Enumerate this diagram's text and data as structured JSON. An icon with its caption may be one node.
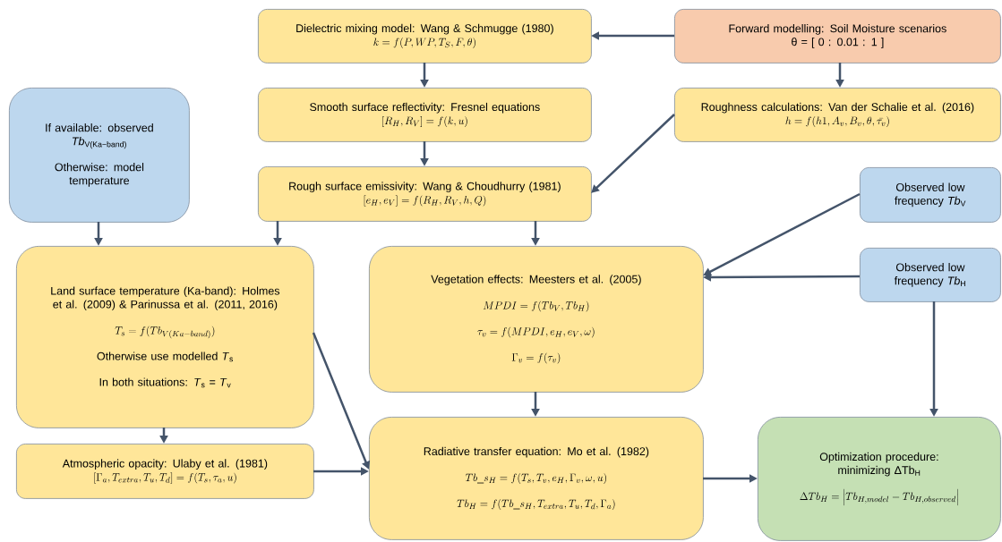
{
  "diagram": {
    "nodes": [
      {
        "text": [
          "Dielectric mixing model: Wang & Schmugge (1980)",
          "k = f(P, WP, T_S, F, \\mathrm{\\theta})"
        ]
      },
      {
        "text": [
          "Forward modelling: Soil Moisture scenarios",
          "θ = [ 0 : 0.01 : 1 ]"
        ]
      },
      {
        "text": [
          "Smooth surface reflectivity: Fresnel equations",
          "[R_H, R_V] = f(k, u)"
        ]
      },
      {
        "text": [
          "Roughness calculations: Van der Schalie et al. (2016)",
          "h = f(h1, A_v, B_v, \\mathrm{\\theta}, \\bar{\\tau_v})"
        ]
      },
      {
        "text": [
          "If available: observed *Tb*$_{V(Ka−band)}$",
          "Otherwise: model temperature"
        ]
      },
      {
        "text": [
          "Rough surface emissivity: Wang & Choudhurry (1981)",
          "[e_H, e_V] = f(R_H, R_V, h, Q)"
        ]
      },
      {
        "text": [
          "Observed low frequency *Tb*$_{V}$"
        ]
      },
      {
        "text": [
          "Land surface temperature (Ka-band): Holmes et al. (2009) & Parinussa et al. (2011, 2016)",
          "T_s = f(Tb_{V(Ka-band)})",
          "Otherwise use modelled *T*$_{s}$",
          "In both situations: *T*$_{s}$ = *T*$_{v}$"
        ]
      },
      {
        "text": [
          "Vegetation effects: Meesters et al. (2005)",
          "MPDI = f(Tb_V, Tb_H)",
          "\\tau_v = f(MPDI, e_H, e_V, \\omega)",
          "\\Gamma_v = f(\\tau_v)"
        ]
      },
      {
        "text": [
          "Observed low frequency *Tb*$_{H}$"
        ]
      },
      {
        "text": [
          "Atmospheric opacity: Ulaby et al. (1981)",
          "[\\Gamma_a, T_{extra}, T_u, T_d] = f(T_s, \\tau_a, u)"
        ]
      },
      {
        "text": [
          "Radiative transfer equation: Mo et al. (1982)",
          "Tb\\_s_H = f(T_s, T_v, e_H, \\Gamma_v, \\omega, u)",
          "Tb_H = f(Tb\\_s_H, T_{extra}, T_u, T_d, \\Gamma_a)"
        ]
      },
      {
        "text": [
          "Optimization procedure: minimizing ΔTb$_{H}$",
          "\\Delta Tb_H = \\left|Tb_{H,model} - Tb_{H,observed}\\right|"
        ]
      }
    ],
    "edges": [
      {
        "from": 1,
        "to": 0,
        "arrow": "to"
      },
      {
        "from": 1,
        "to": 3,
        "arrow": "to"
      },
      {
        "from": 0,
        "to": 2,
        "arrow": "to"
      },
      {
        "from": 2,
        "to": 5,
        "arrow": "to"
      },
      {
        "from": 3,
        "to": 5,
        "arrow": "to"
      },
      {
        "from": 4,
        "to": 7,
        "arrow": "to"
      },
      {
        "from": 5,
        "to": 7,
        "arrow": "to"
      },
      {
        "from": 5,
        "to": 8,
        "arrow": "to"
      },
      {
        "from": 6,
        "to": 8,
        "arrow": "to"
      },
      {
        "from": 9,
        "to": 8,
        "arrow": "to"
      },
      {
        "from": 7,
        "to": 10,
        "arrow": "to"
      },
      {
        "from": 7,
        "to": 11,
        "arrow": "to"
      },
      {
        "from": 10,
        "to": 11,
        "arrow": "to"
      },
      {
        "from": 8,
        "to": 11,
        "arrow": "to"
      },
      {
        "from": 11,
        "to": 12,
        "arrow": "to"
      },
      {
        "from": 9,
        "to": 12,
        "arrow": "to"
      }
    ]
  }
}
